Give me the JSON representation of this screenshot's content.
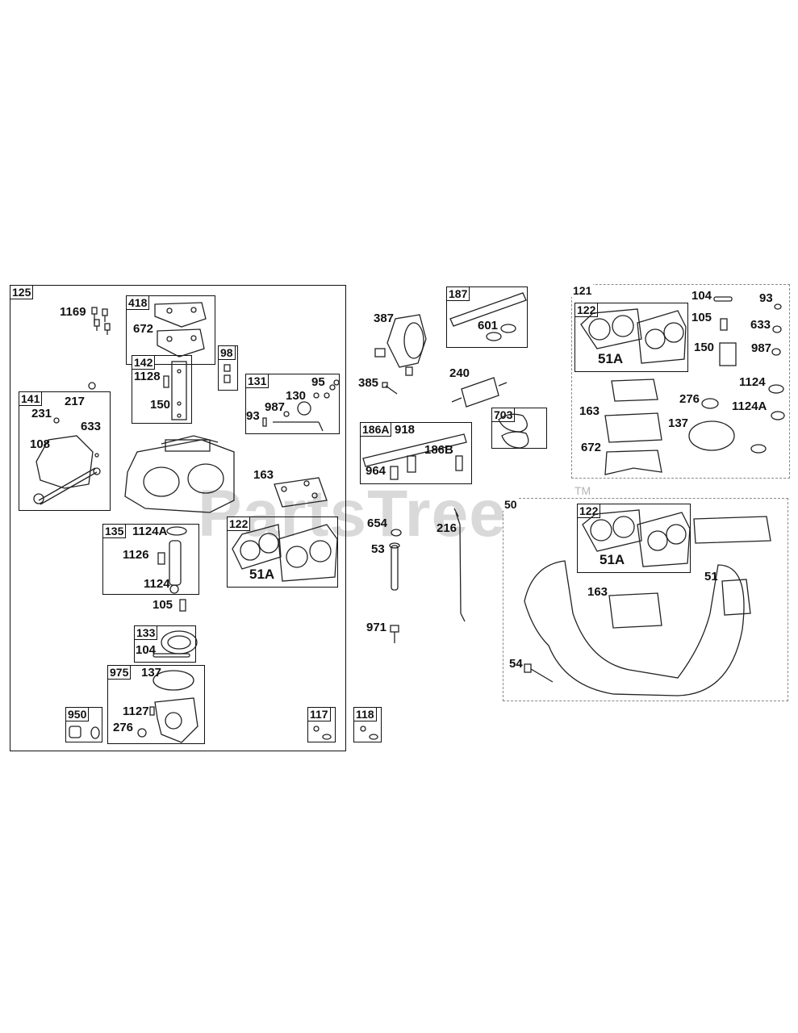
{
  "watermark": {
    "text": "PartsTree",
    "tm": "TM"
  },
  "boxes": [
    {
      "id": "125"
    },
    {
      "id": "418"
    },
    {
      "id": "142"
    },
    {
      "id": "98"
    },
    {
      "id": "141"
    },
    {
      "id": "131"
    },
    {
      "id": "122"
    },
    {
      "id": "135"
    },
    {
      "id": "133"
    },
    {
      "id": "975"
    },
    {
      "id": "950"
    },
    {
      "id": "117"
    },
    {
      "id": "118"
    },
    {
      "id": "187"
    },
    {
      "id": "186A"
    },
    {
      "id": "703"
    },
    {
      "id": "121"
    },
    {
      "id": "50"
    }
  ],
  "labels": {
    "l1169": "1169",
    "l672a": "672",
    "l1128": "1128",
    "l150a": "150",
    "l217": "217",
    "l231": "231",
    "l633a": "633",
    "l108": "108",
    "l95": "95",
    "l130": "130",
    "l987a": "987",
    "l93a": "93",
    "l163a": "163",
    "l122a": "122",
    "l51Aa": "51A",
    "l1124Aa": "1124A",
    "l1126": "1126",
    "l1124a": "1124",
    "l105a": "105",
    "l104a": "104",
    "l137a": "137",
    "l1127": "1127",
    "l276a": "276",
    "l387": "387",
    "l385": "385",
    "l601": "601",
    "l240": "240",
    "l918": "918",
    "l186B": "186B",
    "l964": "964",
    "l654": "654",
    "l53": "53",
    "l216": "216",
    "l971": "971",
    "l104b": "104",
    "l93b": "93",
    "l122b": "122",
    "l105b": "105",
    "l633b": "633",
    "l51Ab": "51A",
    "l150b": "150",
    "l987b": "987",
    "l1124b": "1124",
    "l276b": "276",
    "l1124Ab": "1124A",
    "l163b": "163",
    "l137b": "137",
    "l672b": "672",
    "l122c": "122",
    "l51Ac": "51A",
    "l51": "51",
    "l163c": "163",
    "l54": "54"
  }
}
